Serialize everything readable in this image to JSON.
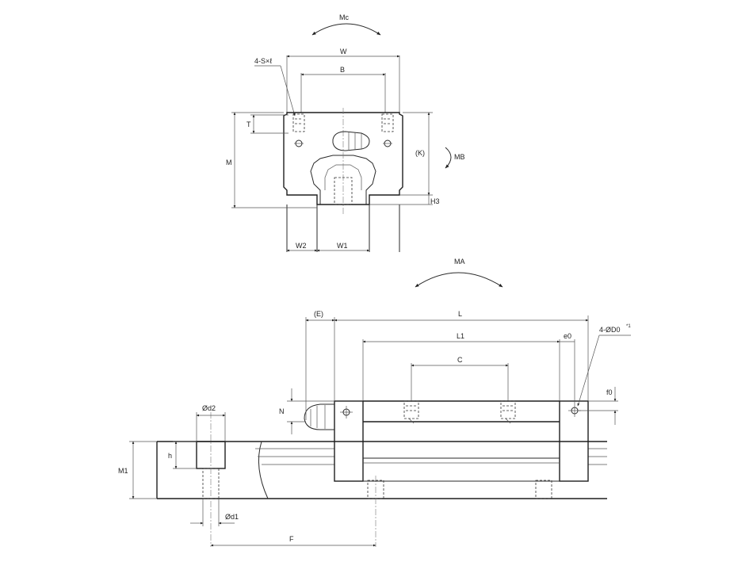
{
  "front_view": {
    "moment_top": "Mc",
    "moment_side": "MB",
    "screw_callout": "4-S×ℓ",
    "dim_w": "W",
    "dim_b": "B",
    "dim_t": "T",
    "dim_m": "M",
    "dim_k": "(K)",
    "dim_h3": "H3",
    "dim_w2": "W2",
    "dim_w1": "W1"
  },
  "side_view": {
    "moment_top": "MA",
    "dim_e": "(E)",
    "dim_l": "L",
    "dim_l1": "L1",
    "dim_c": "C",
    "dim_e0": "e0",
    "hole_callout": "4-ØD0",
    "hole_note": "*1",
    "dim_f0": "f0",
    "dim_n": "N",
    "dim_d2": "Ød2",
    "dim_h": "h",
    "dim_m1": "M1",
    "dim_d1": "Ød1",
    "dim_f": "F"
  }
}
